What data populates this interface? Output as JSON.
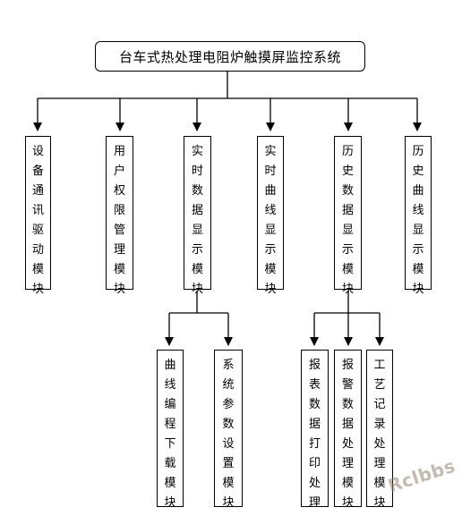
{
  "title": "台车式热处理电阻炉触摸屏监控系统",
  "modules": [
    {
      "id": "comm",
      "label": "设备通讯驱动模块"
    },
    {
      "id": "user",
      "label": "用户权限管理模块"
    },
    {
      "id": "realtime-data",
      "label": "实时数据显示模块"
    },
    {
      "id": "realtime-curve",
      "label": "实时曲线显示模块"
    },
    {
      "id": "history-data",
      "label": "历史数据显示模块"
    },
    {
      "id": "history-curve",
      "label": "历史曲线显示模块"
    }
  ],
  "submodules": [
    {
      "id": "curve-edit",
      "parent": "realtime-data",
      "label": "曲线编程下载模块"
    },
    {
      "id": "param-set",
      "parent": "realtime-data",
      "label": "系统参数设置模块"
    },
    {
      "id": "report-print",
      "parent": "history-data",
      "label": "报表数据打印处理"
    },
    {
      "id": "alarm-proc",
      "parent": "history-data",
      "label": "报警数据处理模块"
    },
    {
      "id": "process-rec",
      "parent": "history-data",
      "label": "工艺记录处理模块"
    }
  ],
  "watermark": "Rclbbs"
}
